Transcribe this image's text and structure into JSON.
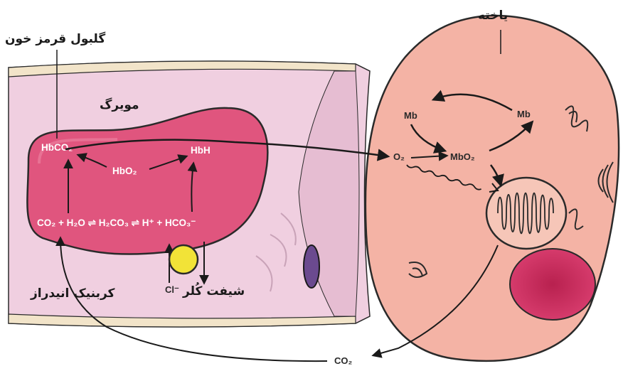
{
  "labels": {
    "cell": "یاخته",
    "red_blood_cell": "گلبول قرمز خون",
    "capillary": "مویرگ",
    "chloride_shift": "شیفت کُلر",
    "carbonic_anhydrase": "کربنیک انیدراز"
  },
  "chem": {
    "hbco2": "HbCO₂",
    "hbo2": "HbO₂",
    "hbh": "HbH",
    "equation": "CO₂ + H₂O ⇌ H₂CO₃ ⇌ H⁺ + HCO₃⁻",
    "cl": "Cl⁻",
    "mb_left": "Mb",
    "mb_right": "Mb",
    "o2": "O₂",
    "mbo2": "MbO₂",
    "co2_bottom": "CO₂"
  },
  "colors": {
    "rbc": "#e0557e",
    "rbc_outline": "#2a2a2a",
    "vessel_inner": "#f0cfe0",
    "vessel_wall": "#f2e4c9",
    "cell_fill": "#f4b3a5",
    "nucleus": "#c0285a",
    "transporter": "#f2e337"
  }
}
